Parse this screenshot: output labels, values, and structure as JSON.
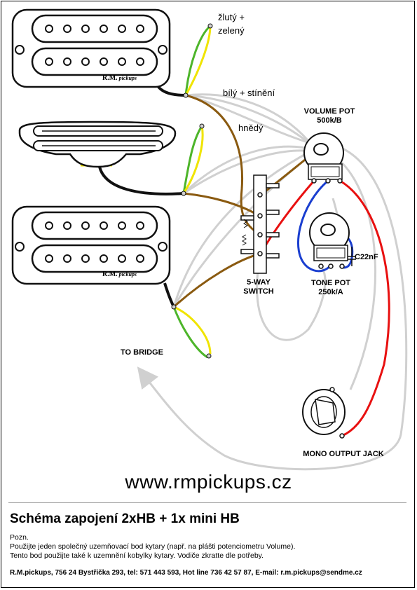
{
  "labels": {
    "wire_yellow_green": [
      "žlutý +",
      "zelený"
    ],
    "wire_white_shield": "bílý + stínění",
    "wire_brown": "hnědý",
    "volume_pot": [
      "VOLUME POT",
      "500k/B"
    ],
    "tone_pot": [
      "TONE POT",
      "250k/A"
    ],
    "capacitor": "C22nF",
    "switch": [
      "5-WAY",
      "SWITCH"
    ],
    "to_bridge": "TO BRIDGE",
    "output_jack": "MONO OUTPUT JACK"
  },
  "pickup_brand": {
    "rm": "R.M.",
    "script": "pickups"
  },
  "website": "www.rmpickups.cz",
  "title": "Schéma zapojení 2xHB + 1x mini HB",
  "notes": [
    "Pozn.",
    "Použijte jeden společný uzemňovací bod kytary (např. na plášti potenciometru Volume).",
    "Tento bod použijte také k uzemnění kobylky kytary. Vodiče zkratte dle potřeby."
  ],
  "footer": "R.M.pickups, 756 24 Bystřička 293, tel: 571 443 593, Hot line 736 42 57 87, E-mail: r.m.pickups@sendme.cz",
  "colors": {
    "black": "#111111",
    "green": "#4db52a",
    "yellow": "#f0e400",
    "brown": "#8a5a10",
    "ground": "#d0d0d0",
    "red": "#e81010",
    "blue": "#1a3ed0"
  }
}
